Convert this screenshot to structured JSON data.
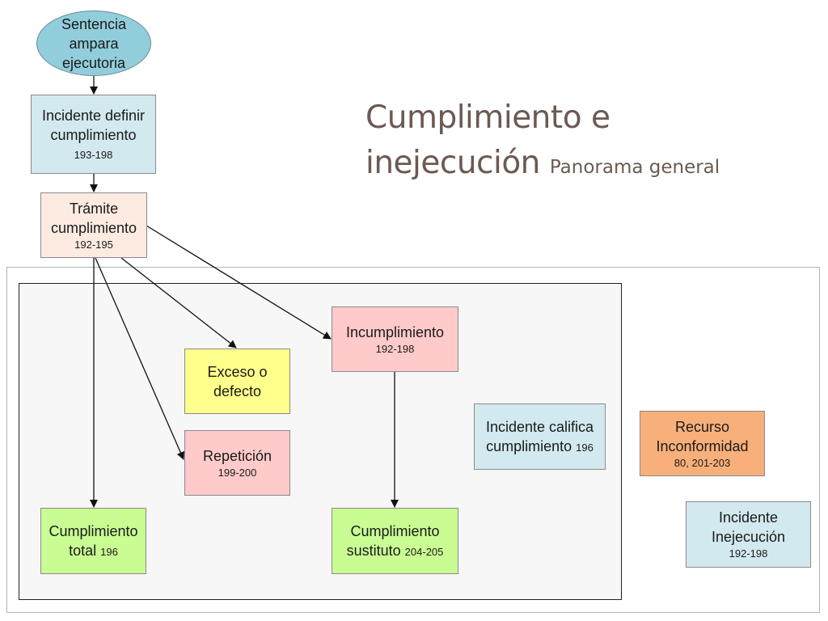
{
  "title": {
    "line1": "Cumplimiento e",
    "line2": "inejecución",
    "subtitle": "Panorama general"
  },
  "nodes": {
    "sentencia": {
      "line1": "Sentencia",
      "line2": "ampara",
      "line3": "ejecutoria"
    },
    "incidente_definir": {
      "line1": "Incidente definir",
      "line2": "cumplimiento",
      "ref": "193-198"
    },
    "tramite": {
      "line1": "Trámite",
      "line2": "cumplimiento",
      "ref": "192-195"
    },
    "incumplimiento": {
      "line1": "Incumplimiento",
      "ref": "192-198"
    },
    "exceso": {
      "line1": "Exceso o",
      "line2": "defecto"
    },
    "repeticion": {
      "line1": "Repetición",
      "ref": "199-200"
    },
    "incidente_califica": {
      "line1": "Incidente califica",
      "line2": "cumplimiento",
      "ref": "196"
    },
    "recurso": {
      "line1": "Recurso",
      "line2": "Inconformidad",
      "ref": "80, 201-203"
    },
    "incidente_inejecucion": {
      "line1": "Incidente",
      "line2": "Inejecución",
      "ref": "192-198"
    },
    "cumplimiento_total": {
      "line1": "Cumplimiento",
      "line2": "total",
      "ref": "196"
    },
    "cumplimiento_sustituto": {
      "line1": "Cumplimiento",
      "line2": "sustituto",
      "ref": "204-205"
    }
  },
  "colors": {
    "ellipse_blue": "#92cddb",
    "light_blue": "#d2e9ef",
    "peach": "#fdebe1",
    "pink": "#ffcaca",
    "yellow": "#ffff8c",
    "green": "#c9fd94",
    "orange": "#f7b07a",
    "title": "#6b5a52"
  }
}
